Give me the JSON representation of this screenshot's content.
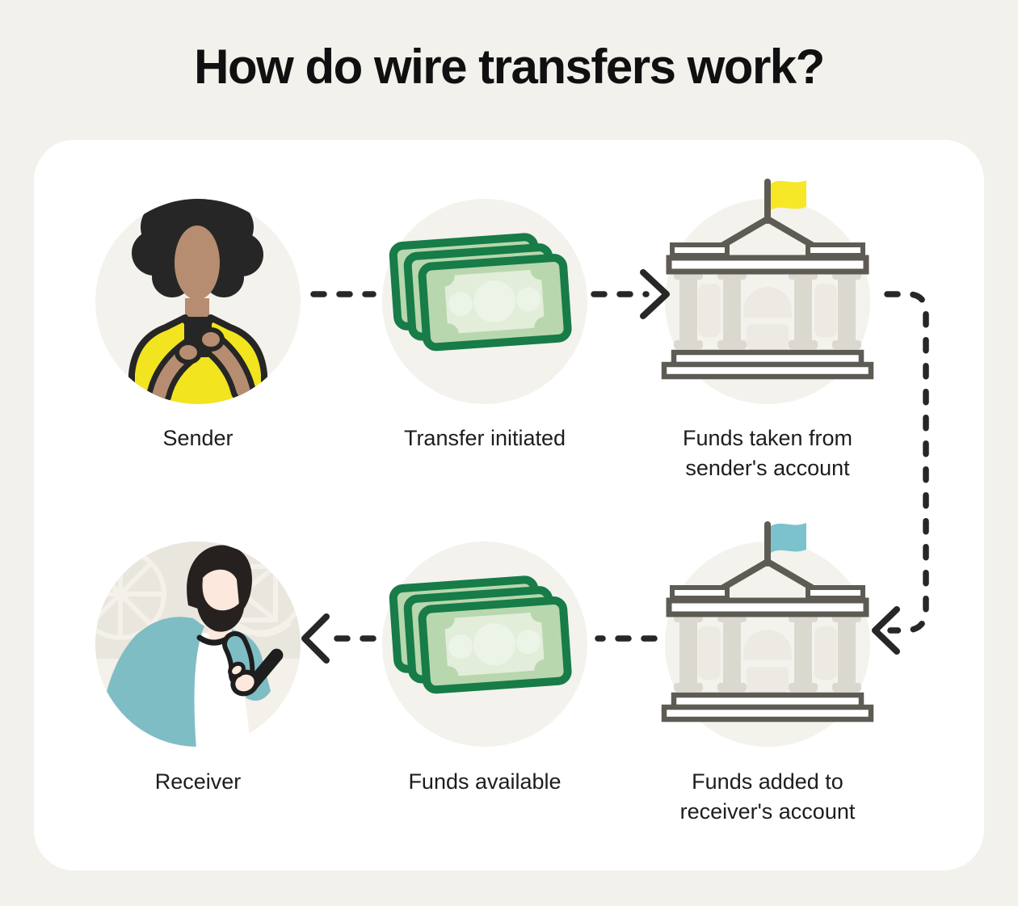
{
  "title": "How do wire transfers work?",
  "steps": [
    {
      "id": "sender",
      "label": "Sender",
      "icon": "person-sender-icon"
    },
    {
      "id": "transfer-initiated",
      "label": "Transfer initiated",
      "icon": "money-bills-icon"
    },
    {
      "id": "funds-taken",
      "label": "Funds taken from sender's account",
      "icon": "bank-yellow-flag-icon"
    },
    {
      "id": "receiver",
      "label": "Receiver",
      "icon": "person-receiver-icon"
    },
    {
      "id": "funds-available",
      "label": "Funds available",
      "icon": "money-bills-icon"
    },
    {
      "id": "funds-added",
      "label": "Funds added to receiver's account",
      "icon": "bank-teal-flag-icon"
    }
  ],
  "connectors": [
    {
      "name": "sender-to-transfer",
      "style": "dashed-line"
    },
    {
      "name": "transfer-to-sender-bank",
      "style": "dashed-arrow-right"
    },
    {
      "name": "sender-bank-to-receiver-bank",
      "style": "dashed-elbow-arrow-left"
    },
    {
      "name": "receiver-bank-to-funds-available",
      "style": "dashed-line"
    },
    {
      "name": "funds-available-to-receiver",
      "style": "dashed-arrow-left"
    }
  ],
  "colors": {
    "page_background": "#f2f1ec",
    "card_background": "#ffffff",
    "circle_background": "#f4f2ed",
    "receiver_circle_background": "#e9e6de",
    "ink": "#1d1d1b",
    "dash": "#272727",
    "money_green_dark": "#177c47",
    "money_green_mid": "#b8d7ae",
    "money_green_light": "#e2edda",
    "bank_outline": "#5d5b53",
    "bank_column": "#dbd8d0",
    "flag_yellow": "#f6e829",
    "flag_teal": "#7cc2cd",
    "sender_shirt_yellow": "#f2e41f",
    "sender_skin": "#b68d70",
    "receiver_skin": "#fce8dc",
    "receiver_jacket_teal": "#7fbdc5",
    "hair_black": "#262626"
  }
}
